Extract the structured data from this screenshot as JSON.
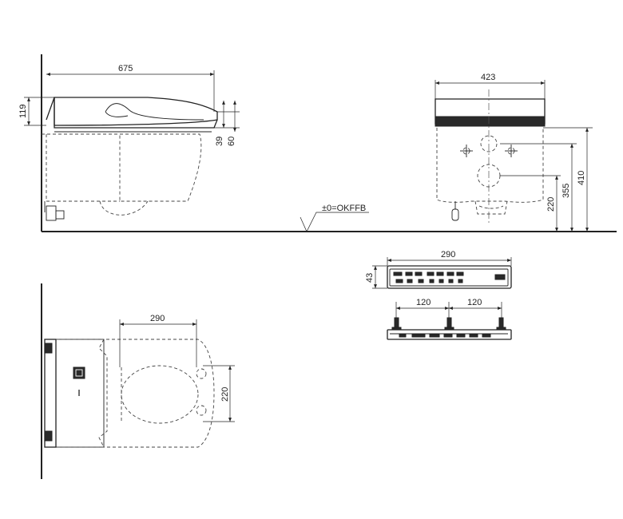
{
  "dimensions": {
    "side_length": "675",
    "side_height": "119",
    "side_39": "39",
    "side_60": "60",
    "front_width": "423",
    "front_220": "220",
    "front_355": "355",
    "front_410": "410",
    "floor_ref": "±0=OKFFB",
    "top_290": "290",
    "top_220": "220",
    "panel_width": "290",
    "panel_height": "43",
    "bracket_left": "120",
    "bracket_right": "120"
  },
  "colors": {
    "ink": "#222222",
    "panel_fill": "#2a2a2a"
  }
}
